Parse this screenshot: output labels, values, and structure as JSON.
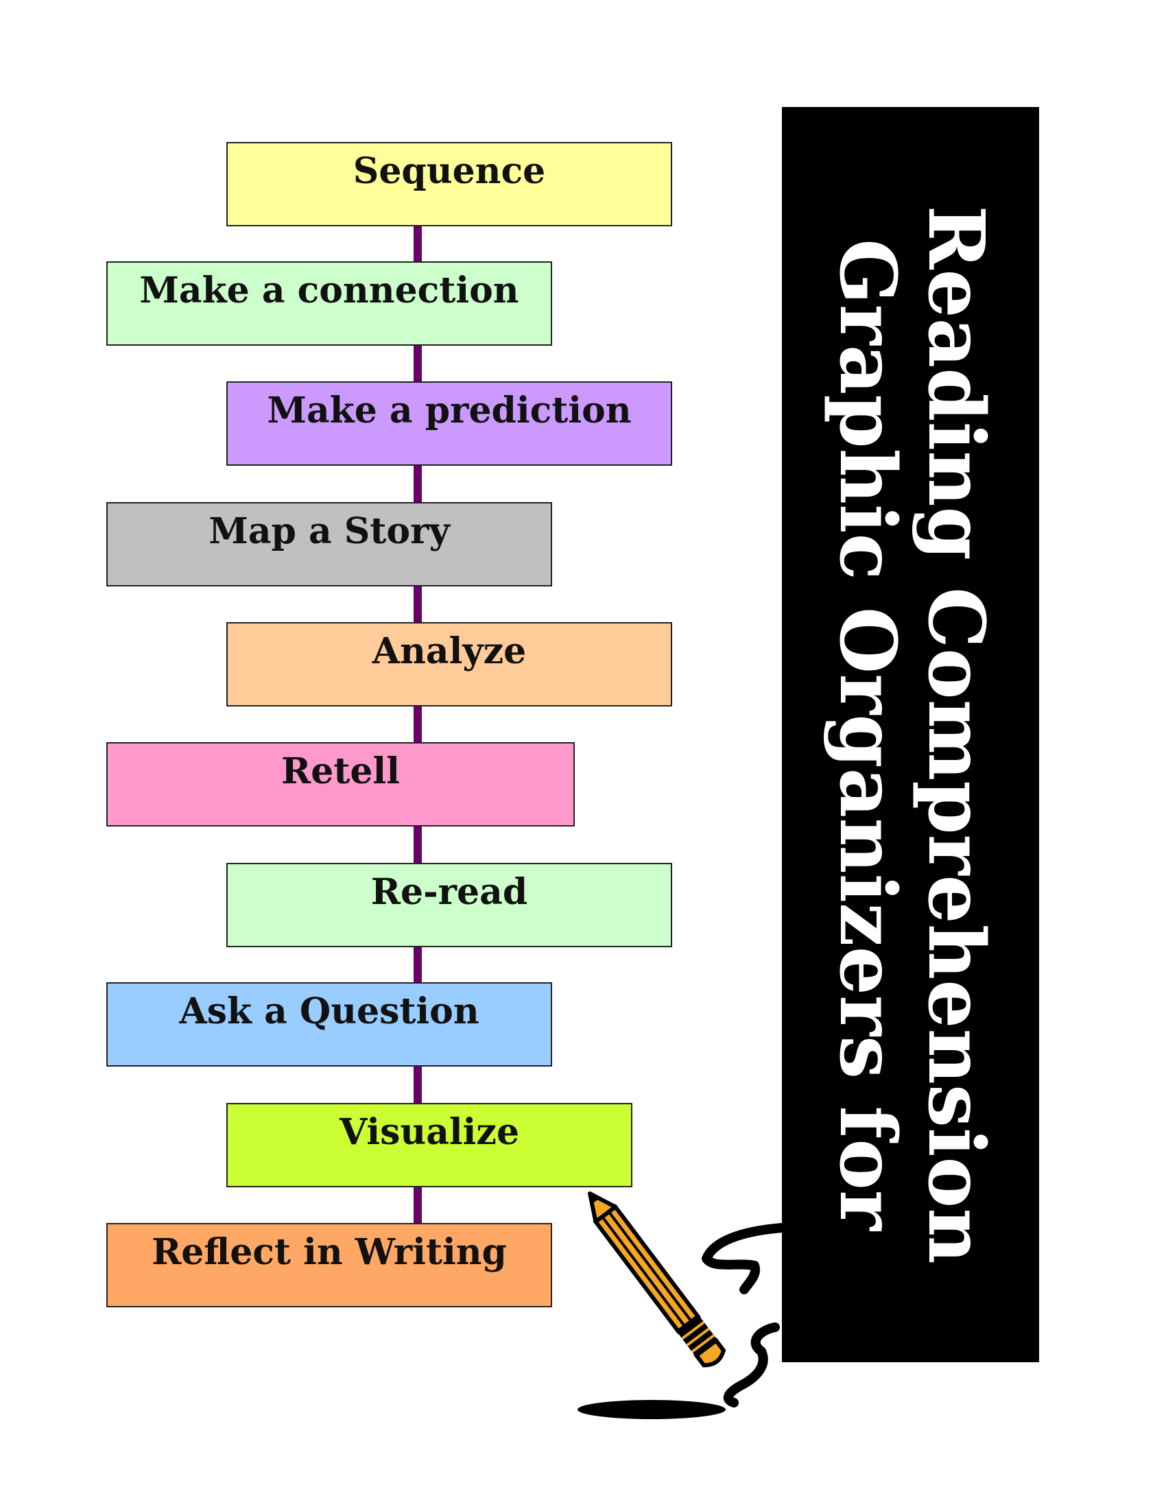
{
  "steps": [
    {
      "label": "Sequence",
      "color": "#ffff99"
    },
    {
      "label": "Make a connection",
      "color": "#ccffcc"
    },
    {
      "label": "Make a prediction",
      "color": "#cc99ff"
    },
    {
      "label": "Map a Story",
      "color": "#c0c0c0"
    },
    {
      "label": "Analyze",
      "color": "#ffcc99"
    },
    {
      "label": "Retell",
      "color": "#ff99cc"
    },
    {
      "label": "Re-read",
      "color": "#ccffcc"
    },
    {
      "label": "Ask a Question",
      "color": "#99ccff"
    },
    {
      "label": "Visualize",
      "color": "#ccff33"
    },
    {
      "label": "Reflect in Writing",
      "color": "#ffa866"
    }
  ],
  "title": {
    "line1": "Graphic Organizers for",
    "line2": "Reading Comprehension"
  },
  "colors": {
    "connector": "#660066",
    "panel": "#000000",
    "pencil_body": "#f5a623"
  }
}
